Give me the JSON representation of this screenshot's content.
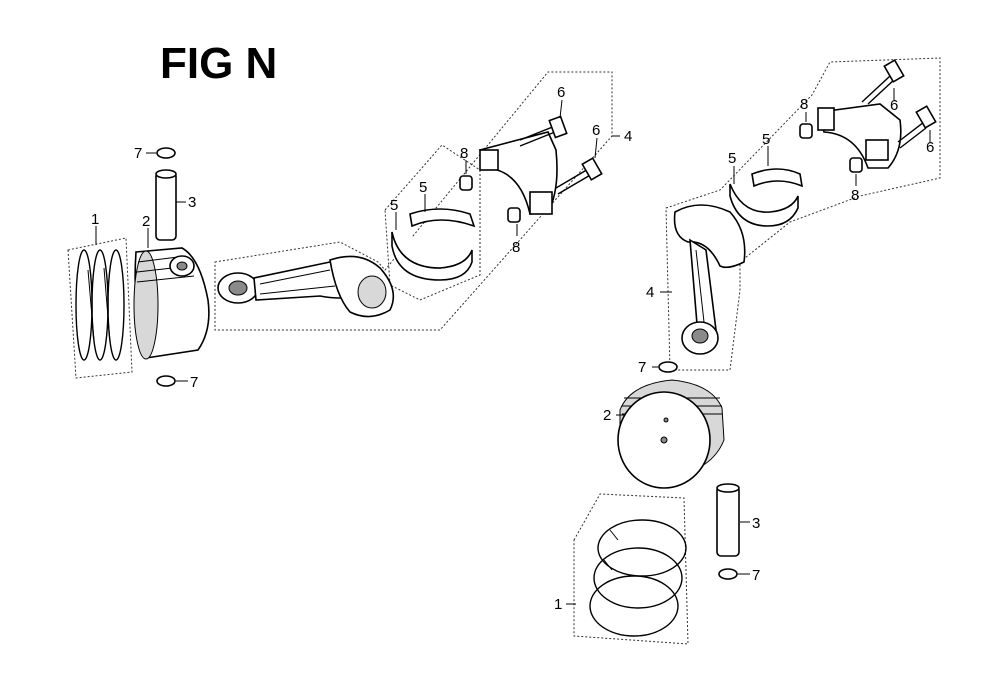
{
  "figure": {
    "title": "FIG N"
  },
  "callouts": {
    "left_group": [
      {
        "id": "1",
        "text": "1"
      },
      {
        "id": "2",
        "text": "2"
      },
      {
        "id": "3",
        "text": "3"
      },
      {
        "id": "7a",
        "text": "7"
      },
      {
        "id": "7b",
        "text": "7"
      }
    ],
    "upper_middle_group": [
      {
        "id": "4",
        "text": "4"
      },
      {
        "id": "5a",
        "text": "5"
      },
      {
        "id": "5b",
        "text": "5"
      },
      {
        "id": "6a",
        "text": "6"
      },
      {
        "id": "6b",
        "text": "6"
      },
      {
        "id": "8a",
        "text": "8"
      },
      {
        "id": "8b",
        "text": "8"
      }
    ],
    "right_group": [
      {
        "id": "4",
        "text": "4"
      },
      {
        "id": "5a",
        "text": "5"
      },
      {
        "id": "5b",
        "text": "5"
      },
      {
        "id": "6a",
        "text": "6"
      },
      {
        "id": "6b",
        "text": "6"
      },
      {
        "id": "8a",
        "text": "8"
      },
      {
        "id": "8b",
        "text": "8"
      },
      {
        "id": "7a",
        "text": "7"
      },
      {
        "id": "2",
        "text": "2"
      },
      {
        "id": "3",
        "text": "3"
      },
      {
        "id": "7b",
        "text": "7"
      },
      {
        "id": "1",
        "text": "1"
      }
    ]
  }
}
